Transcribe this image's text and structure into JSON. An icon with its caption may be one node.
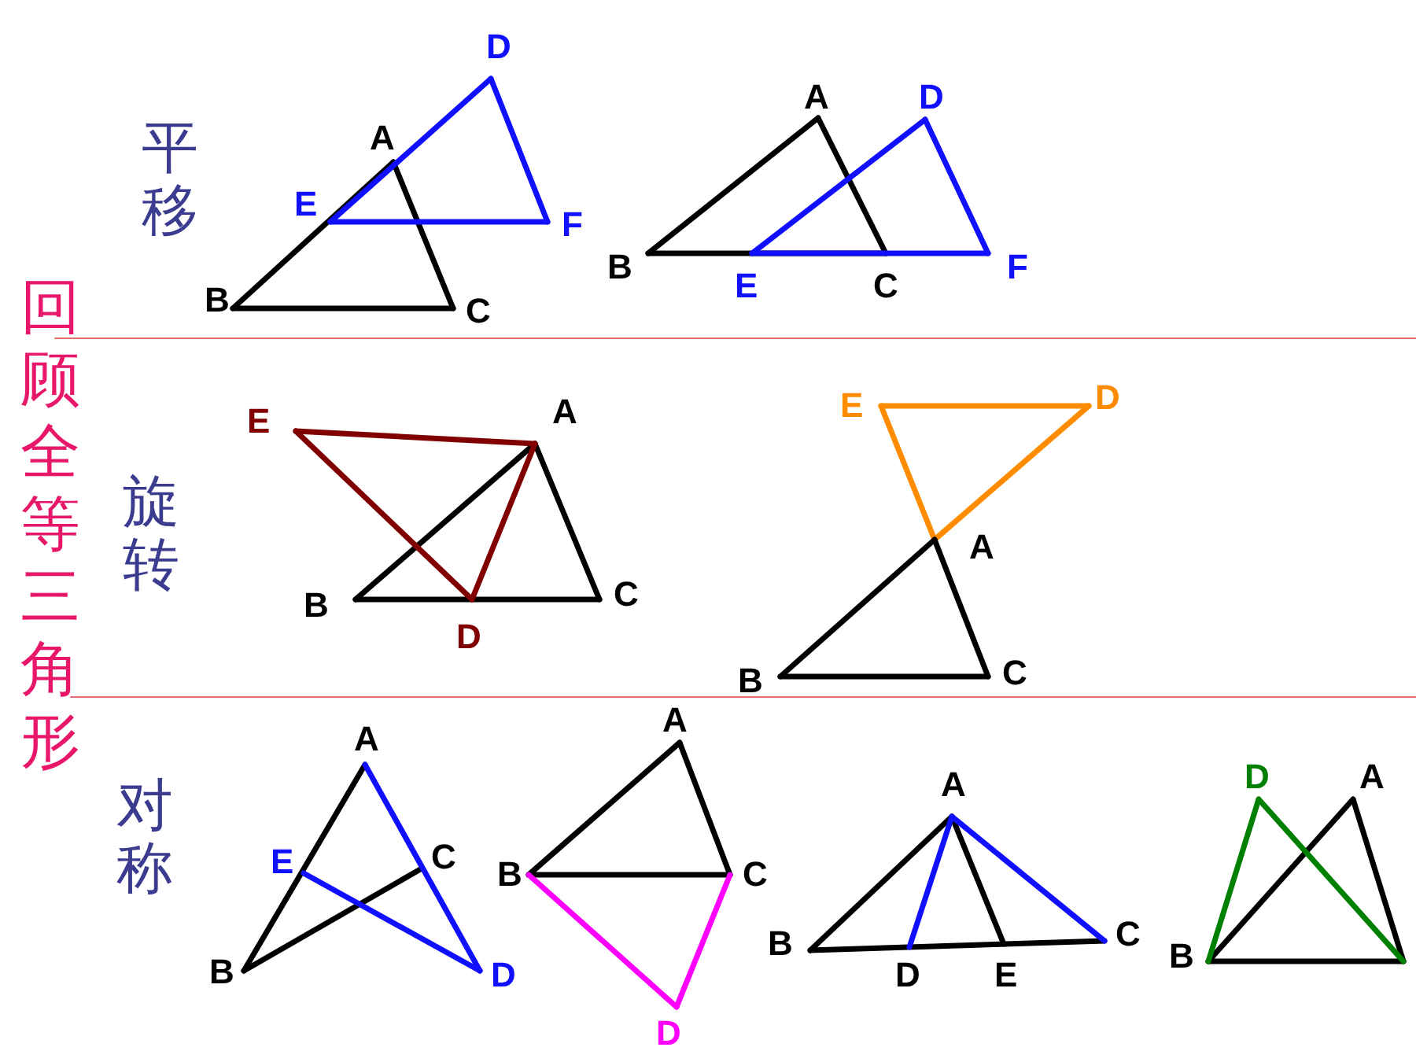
{
  "diagram": {
    "title": "回顾全等三角形",
    "labels": [
      "平移",
      "D",
      "A",
      "E",
      "F",
      "B",
      "C",
      "A",
      "D",
      "B",
      "E",
      "C",
      "F",
      "旋转",
      "E",
      "A",
      "B",
      "C",
      "D",
      "E",
      "D",
      "A",
      "B",
      "C",
      "对称",
      "A",
      "E",
      "C",
      "B",
      "D",
      "A",
      "B",
      "C",
      "D",
      "A",
      "B",
      "C",
      "D",
      "E",
      "D",
      "A",
      "B"
    ]
  }
}
